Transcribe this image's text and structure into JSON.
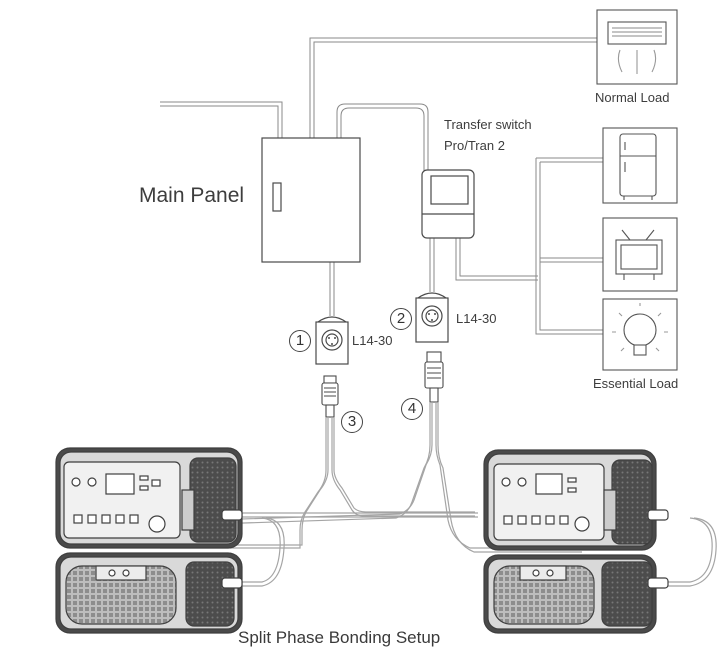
{
  "labels": {
    "main_panel": "Main Panel",
    "transfer_switch_line1": "Transfer switch",
    "transfer_switch_line2": "Pro/Tran 2",
    "outlet_1": "L14-30",
    "outlet_2": "L14-30",
    "normal_load": "Normal Load",
    "essential_load": "Essential Load",
    "bottom_caption": "Split Phase Bonding Setup"
  },
  "markers": {
    "m1": "1",
    "m2": "2",
    "m3": "3",
    "m4": "4"
  },
  "icons": {
    "normal_load": "air-conditioner-icon",
    "essential_1": "refrigerator-icon",
    "essential_2": "television-icon",
    "essential_3": "light-bulb-icon"
  },
  "colors": {
    "line": "#555555",
    "cable": "#9a9a9a",
    "device_dark": "#4a4a4a",
    "device_body": "#e6e6e6"
  }
}
